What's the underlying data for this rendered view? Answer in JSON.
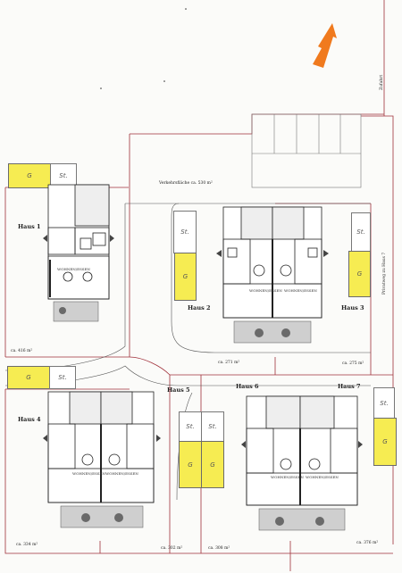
{
  "access_road": "Zufahrt",
  "private_path": "Privatweg zu Haus 7",
  "traffic_area": "Verkehrsfläche ca. 530 m²",
  "houses": [
    {
      "label": "Haus 1",
      "area": "ca. 416 m²"
    },
    {
      "label": "Haus 2",
      "area": "ca. 271 m²"
    },
    {
      "label": "Haus 3",
      "area": "ca. 275 m²"
    },
    {
      "label": "Haus 4",
      "area": "ca. 334 m²"
    },
    {
      "label": "Haus 5",
      "area": "ca. 302 m²"
    },
    {
      "label": "Haus 6",
      "area": "ca. 308 m²"
    },
    {
      "label": "Haus 7",
      "area": "ca. 376 m²"
    }
  ],
  "garage_label": "G",
  "parking_label": "St.",
  "room_label": "WOHNEN/ESSEN",
  "colors": {
    "garage": "#f6ec52",
    "lines": "#a0303a",
    "arrow": "#f07a1e"
  }
}
